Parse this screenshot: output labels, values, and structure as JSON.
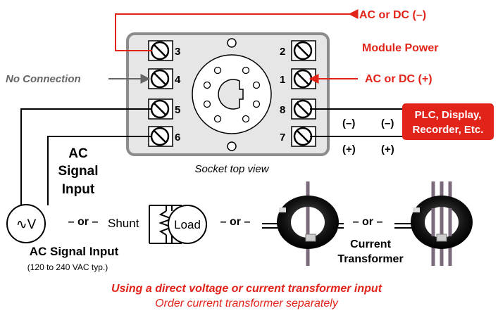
{
  "colors": {
    "red": "#e2231a",
    "socket_fill": "#e6e6e6",
    "socket_stroke": "#8c8c8c",
    "wire": "#000000",
    "ct_body": "#1a1a1a",
    "ct_conductor": "#7a6a7a"
  },
  "terminals": {
    "left": [
      "3",
      "4",
      "5",
      "6"
    ],
    "right": [
      "2",
      "1",
      "8",
      "7"
    ]
  },
  "labels": {
    "ac_dc_neg": "AC or DC (–)",
    "module_power": "Module Power",
    "ac_dc_pos": "AC or DC (+)",
    "no_connection": "No Connection",
    "plc_line1": "PLC, Display,",
    "plc_line2": "Recorder, Etc.",
    "neg_1": "(–)",
    "neg_2": "(–)",
    "pos_1": "(+)",
    "pos_2": "(+)",
    "socket_caption": "Socket top view",
    "ac_input_1": "AC",
    "ac_input_2": "Signal",
    "ac_input_3": "Input",
    "or_1": "– or –",
    "or_2": "– or –",
    "or_3": "– or –",
    "shunt": "Shunt",
    "load": "Load",
    "voltage_symbol": "∿V",
    "ac_signal_input": "AC Signal Input",
    "ac_range": "(120 to 240 VAC typ.)",
    "current": "Current",
    "transformer": "Transformer",
    "footer_1": "Using a direct voltage or current transformer input",
    "footer_2": "Order current transformer separately"
  }
}
